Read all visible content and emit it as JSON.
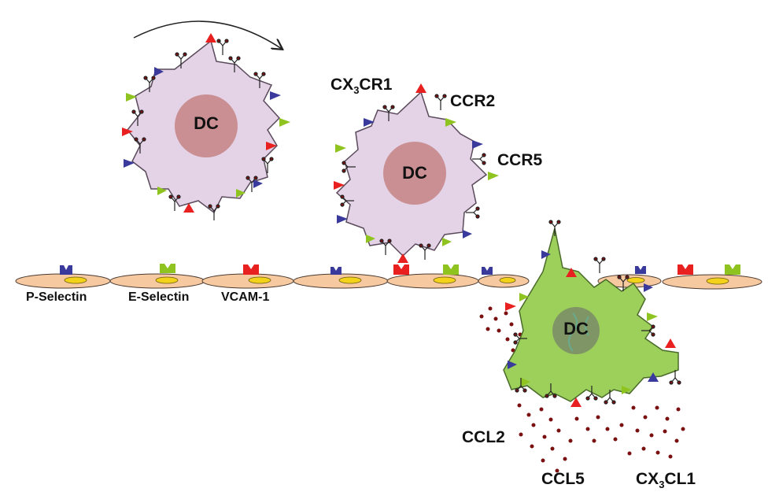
{
  "cells": {
    "dc_1": "DC",
    "dc_2": "DC",
    "dc_3": "DC"
  },
  "receptor_labels": {
    "cx3cr1_prefix": "CX",
    "cx3cr1_sub": "3",
    "cx3cr1_suffix": "CR1",
    "ccr2": "CCR2",
    "ccr5": "CCR5"
  },
  "adhesion_labels": {
    "p_selectin": "P-Selectin",
    "e_selectin": "E-Selectin",
    "vcam1": "VCAM-1"
  },
  "chemokine_labels": {
    "ccl2": "CCL2",
    "ccl5": "CCL5",
    "cx3cl1_prefix": "CX",
    "cx3cl1_sub": "3",
    "cx3cl1_suffix": "CL1"
  },
  "colors": {
    "dc_body": "#e4d3e6",
    "dc_outline": "#5a4a5c",
    "nucleus": "#c98f93",
    "activated_dc": "#9cd05a",
    "activated_nucleus": "#7f9565",
    "endothelium": "#f7c9a0",
    "endothelium_nucleus": "#f2d21a",
    "selectin_blue": "#3a3a9c",
    "selectin_green": "#8fc31f",
    "vcam_red": "#e82020",
    "chemokine_dot": "#7a1010"
  }
}
